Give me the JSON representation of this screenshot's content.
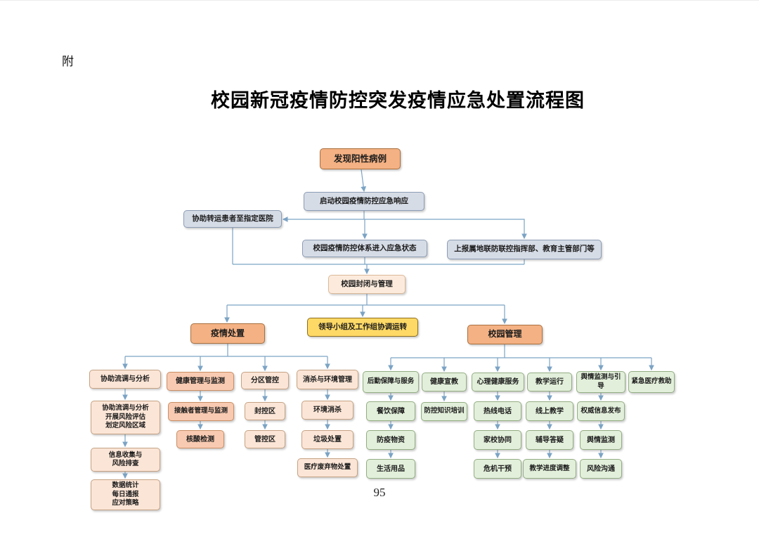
{
  "page": {
    "appendix_label": "附",
    "title": "校园新冠疫情防控突发疫情应急处置流程图",
    "page_number": "95"
  },
  "flow": {
    "root": "发现阳性病例",
    "activate": "启动校园疫情防控应急响应",
    "transfer": "协助转运患者至指定医院",
    "emergency_state": "校园疫情防控体系进入应急状态",
    "report": "上报属地联防联控指挥部、教育主管部门等",
    "closure": "校园封闭与管理",
    "leadership": "领导小组及工作组协调运转",
    "epidemic": {
      "head": "疫情处置",
      "columns": [
        {
          "head": "协助流调与分析",
          "children": [
            "协助流调与分析\n开展风险评估\n划定风险区域",
            "信息收集与\n风险排查",
            "数据统计\n每日通报\n应对策略"
          ]
        },
        {
          "head": "健康管理与监测",
          "children": [
            "接触者管理与监测",
            "核酸检测"
          ]
        },
        {
          "head": "分区管控",
          "children": [
            "封控区",
            "管控区"
          ]
        },
        {
          "head": "消杀与环境管理",
          "children": [
            "环境消杀",
            "垃圾处置",
            "医疗废弃物处置"
          ]
        }
      ]
    },
    "management": {
      "head": "校园管理",
      "columns": [
        {
          "head": "后勤保障与服务",
          "children": [
            "餐饮保障",
            "防疫物资",
            "生活用品"
          ]
        },
        {
          "head": "健康宣教",
          "children": [
            "防控知识培训"
          ]
        },
        {
          "head": "心理健康服务",
          "children": [
            "热线电话",
            "家校协同",
            "危机干预"
          ]
        },
        {
          "head": "教学运行",
          "children": [
            "线上教学",
            "辅导答疑",
            "教学进度调整"
          ]
        },
        {
          "head": "舆情监测与引导",
          "children": [
            "权威信息发布",
            "舆情监测",
            "风险沟通"
          ]
        },
        {
          "head": "紧急医疗救助",
          "children": []
        }
      ]
    }
  },
  "colors": {
    "accent_orange": "#f4b183",
    "accent_peach": "#fbe5d6",
    "accent_pink": "#f8cab1",
    "accent_yellow": "#ffd966",
    "accent_bluegray": "#d6dce6",
    "accent_green": "#e2efda",
    "connector": "#7ba3c4"
  }
}
